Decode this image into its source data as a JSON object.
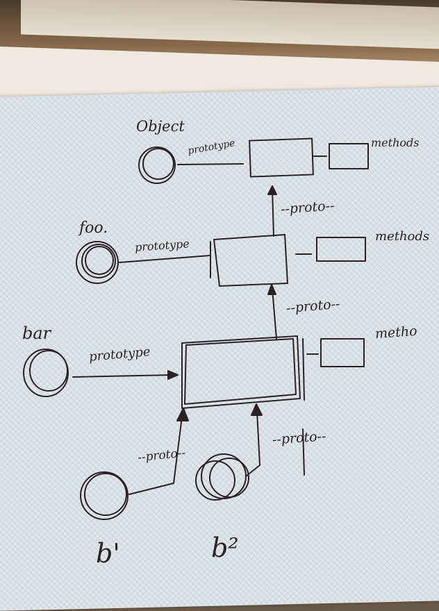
{
  "nodes": {
    "object": {
      "label": "Object",
      "prototype": "prototype",
      "methods": "methods"
    },
    "foo": {
      "label": "foo.",
      "prototype": "prototype",
      "methods": "methods",
      "proto": "--proto--"
    },
    "bar": {
      "label": "bar",
      "prototype": "prototype",
      "methods": "metho",
      "proto": "--proto--"
    },
    "b1": {
      "label": "b'",
      "proto": "--proto--"
    },
    "b2": {
      "label": "b²",
      "proto": "--proto--"
    }
  },
  "colors": {
    "ink": "#2a2224",
    "paper": "#dfe4e8"
  }
}
